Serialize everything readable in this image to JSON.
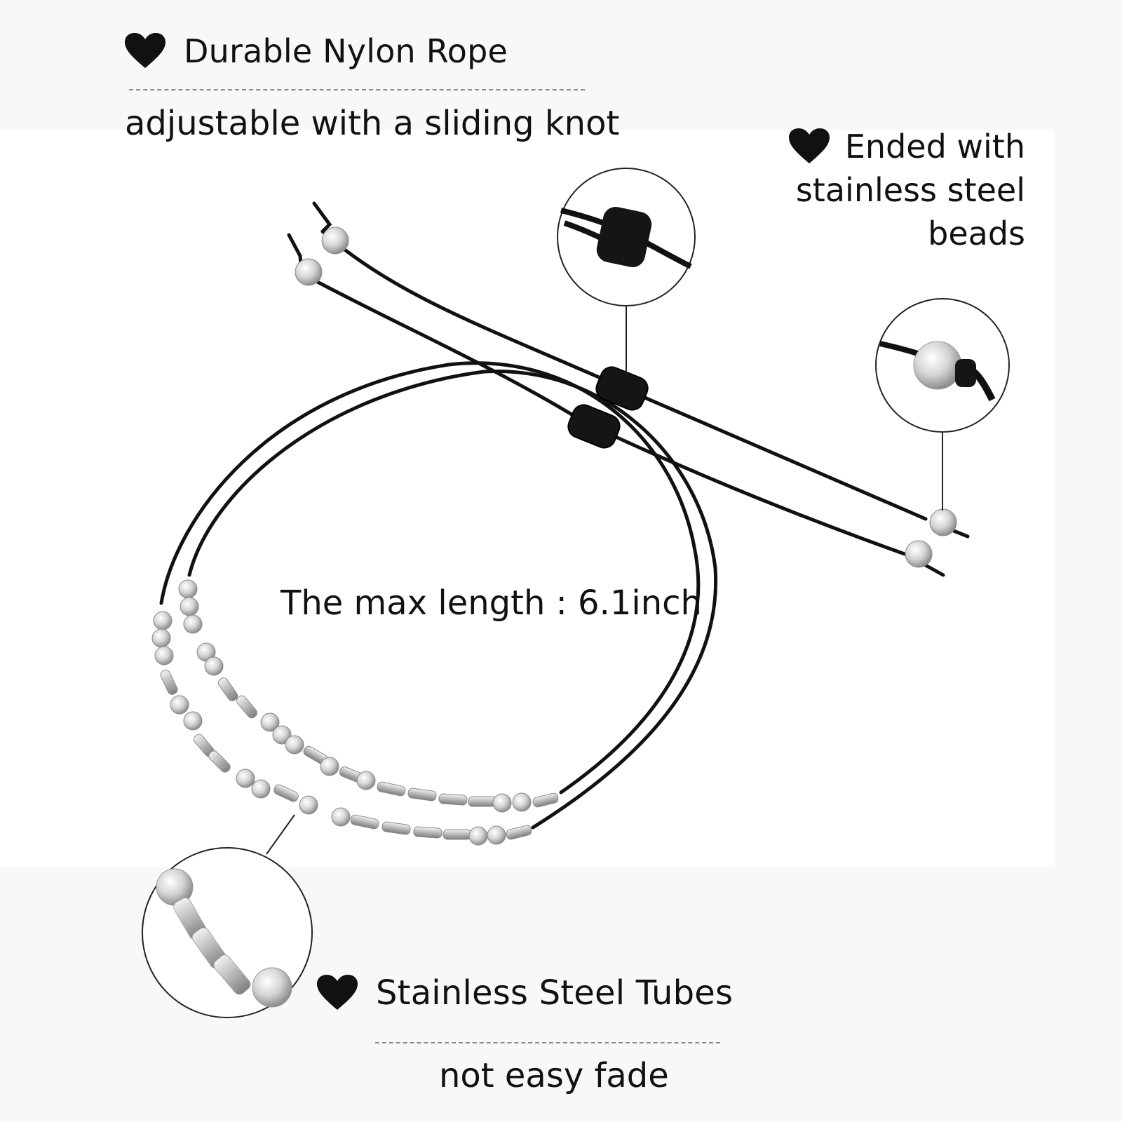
{
  "features": {
    "rope": {
      "title": "Durable Nylon Rope",
      "subtitle": "adjustable with a sliding knot"
    },
    "ends": {
      "line1": "Ended with",
      "line2": "stainless steel",
      "line3": "beads"
    },
    "tubes": {
      "title": "Stainless Steel Tubes",
      "subtitle": "not easy fade"
    }
  },
  "measurement": {
    "label": "The max length : 6.1inch"
  },
  "icons": {
    "bullet": "heart-icon"
  },
  "colors": {
    "background": "#f8f8f6",
    "panel": "#ffffff",
    "cord": "#111111",
    "bead": "#c9c9c9",
    "text": "#111111"
  }
}
